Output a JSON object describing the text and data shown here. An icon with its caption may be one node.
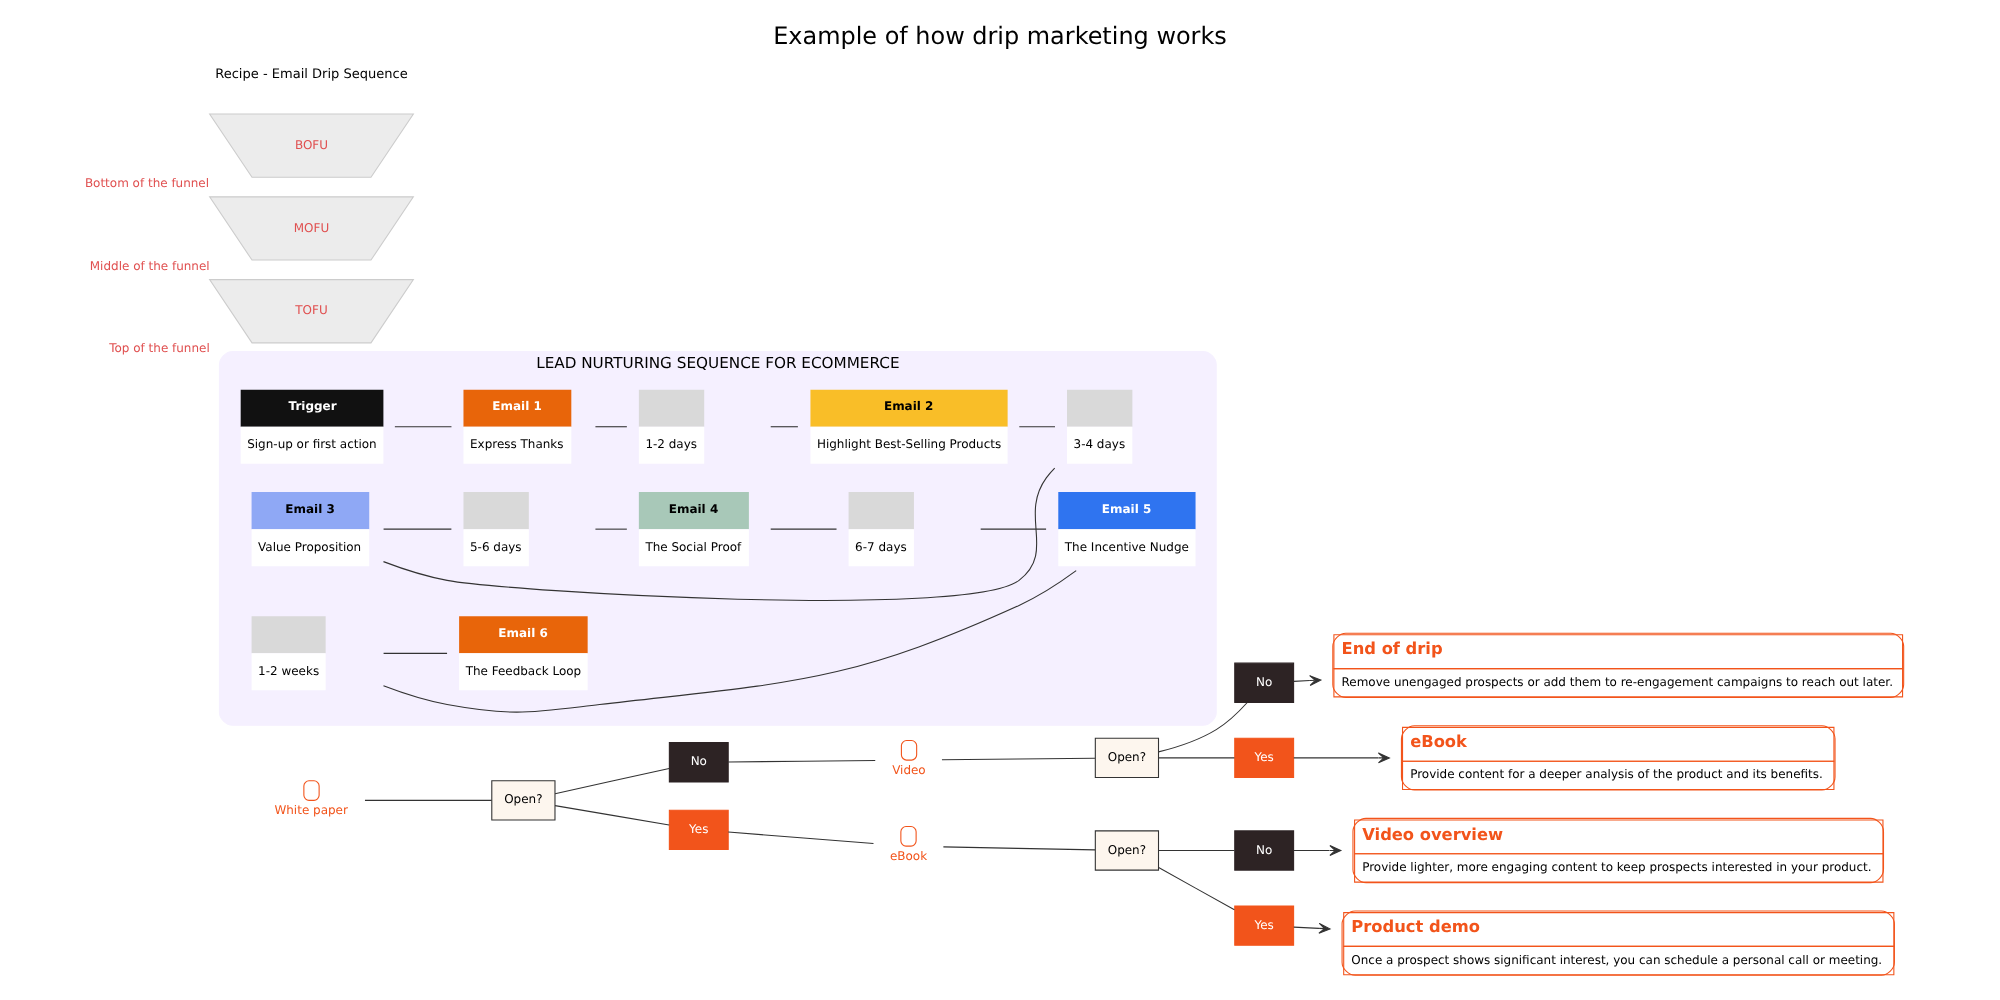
{
  "diagram": {
    "title": "Example of how drip marketing works",
    "nodes": [
      {
        "text": [
          "White paper"
        ]
      },
      {
        "text": [
          "Open?"
        ]
      },
      {
        "text": [
          "No"
        ]
      },
      {
        "text": [
          "Yes"
        ]
      },
      {
        "text": [
          "Video"
        ]
      },
      {
        "text": [
          "Open?"
        ]
      },
      {
        "text": [
          "No"
        ]
      },
      {
        "text": [
          "Yes"
        ]
      },
      {
        "text": [
          "eBook"
        ]
      },
      {
        "text": [
          "Open?"
        ]
      },
      {
        "text": [
          "No"
        ]
      },
      {
        "text": [
          "Yes"
        ]
      },
      {
        "text": [
          "End of drip",
          "Remove unengaged prospects or add them to re-engagement campaigns to reach out later."
        ]
      },
      {
        "text": [
          "eBook",
          "Provide content for a deeper analysis of the product and its benefits."
        ]
      },
      {
        "text": [
          "Video overview",
          "Provide lighter, more engaging content to keep prospects interested in your product."
        ]
      },
      {
        "text": [
          "Product demo",
          "Once a prospect shows significant interest, you can schedule a personal call or meeting."
        ]
      },
      {
        "text": [
          "LEAD NURTURING SEQUENCE FOR ECOMMERCE"
        ]
      },
      {
        "text": [
          "Trigger",
          "Sign-up or first action"
        ],
        "in": 16
      },
      {
        "text": [
          "Email 1",
          "Express Thanks"
        ],
        "in": 16
      },
      {
        "text": [
          "1-2 days"
        ],
        "in": 16
      },
      {
        "text": [
          "Email 2",
          "Highlight Best-Selling Products"
        ],
        "in": 16
      },
      {
        "text": [
          "3-4 days"
        ],
        "in": 16
      },
      {
        "text": [
          "Email 3",
          "Value Proposition"
        ],
        "in": 16
      },
      {
        "text": [
          "5-6 days"
        ],
        "in": 16
      },
      {
        "text": [
          "Email 4",
          "The Social Proof"
        ],
        "in": 16
      },
      {
        "text": [
          "6-7 days"
        ],
        "in": 16
      },
      {
        "text": [
          "Email 5",
          "The Incentive Nudge"
        ],
        "in": 16
      },
      {
        "text": [
          "1-2 weeks"
        ],
        "in": 16
      },
      {
        "text": [
          "Email 6",
          "The Feedback Loop"
        ],
        "in": 16
      },
      {
        "text": [
          "TOFU"
        ],
        "beside": [
          "Top of the funnel"
        ]
      },
      {
        "text": [
          "MOFU"
        ],
        "beside": [
          "Middle of the funnel"
        ]
      },
      {
        "text": [
          "BOFU"
        ],
        "beside": [
          "Bottom of the funnel"
        ]
      }
    ],
    "edges": [
      {
        "from": 0,
        "to": 1,
        "arrow": "none"
      },
      {
        "from": 1,
        "to": 2,
        "arrow": "none"
      },
      {
        "from": 2,
        "to": 4,
        "arrow": "none"
      },
      {
        "from": 4,
        "to": 5,
        "arrow": "none"
      },
      {
        "from": 5,
        "to": 6,
        "arrow": "none"
      },
      {
        "from": 6,
        "to": 12,
        "arrow": "to"
      },
      {
        "from": 5,
        "to": 7,
        "arrow": "none"
      },
      {
        "from": 7,
        "to": 13,
        "arrow": "to"
      },
      {
        "from": 1,
        "to": 3,
        "arrow": "none"
      },
      {
        "from": 3,
        "to": 8,
        "arrow": "none"
      },
      {
        "from": 8,
        "to": 9,
        "arrow": "none"
      },
      {
        "from": 9,
        "to": 10,
        "arrow": "none"
      },
      {
        "from": 10,
        "to": 14,
        "arrow": "to"
      },
      {
        "from": 9,
        "to": 11,
        "arrow": "none"
      },
      {
        "from": 11,
        "to": 15,
        "arrow": "to"
      },
      {
        "from": 17,
        "to": 18,
        "arrow": "none"
      },
      {
        "from": 18,
        "to": 19,
        "arrow": "none"
      },
      {
        "from": 19,
        "to": 20,
        "arrow": "none"
      },
      {
        "from": 20,
        "to": 21,
        "arrow": "none"
      },
      {
        "from": 21,
        "to": 22,
        "arrow": "none"
      },
      {
        "from": 22,
        "to": 23,
        "arrow": "none"
      },
      {
        "from": 23,
        "to": 24,
        "arrow": "none"
      },
      {
        "from": 24,
        "to": 25,
        "arrow": "none"
      },
      {
        "from": 25,
        "to": 26,
        "arrow": "none"
      },
      {
        "from": 26,
        "to": 27,
        "arrow": "none"
      },
      {
        "from": 27,
        "to": 28,
        "arrow": "none"
      }
    ],
    "labels": [
      "Recipe - Email Drip Sequence"
    ]
  }
}
